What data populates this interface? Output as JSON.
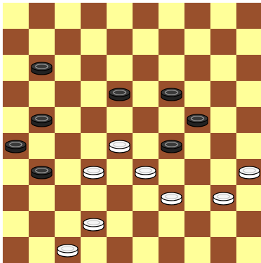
{
  "board": {
    "size": 10,
    "light_color": "#ffff99",
    "dark_color": "#99502c",
    "pieces": [
      {
        "row": 2,
        "col": 1,
        "color": "black"
      },
      {
        "row": 3,
        "col": 4,
        "color": "black"
      },
      {
        "row": 3,
        "col": 6,
        "color": "black"
      },
      {
        "row": 4,
        "col": 1,
        "color": "black"
      },
      {
        "row": 4,
        "col": 7,
        "color": "black"
      },
      {
        "row": 5,
        "col": 0,
        "color": "black"
      },
      {
        "row": 5,
        "col": 4,
        "color": "white"
      },
      {
        "row": 5,
        "col": 6,
        "color": "black"
      },
      {
        "row": 6,
        "col": 1,
        "color": "black"
      },
      {
        "row": 6,
        "col": 3,
        "color": "white"
      },
      {
        "row": 6,
        "col": 5,
        "color": "white"
      },
      {
        "row": 6,
        "col": 9,
        "color": "white"
      },
      {
        "row": 7,
        "col": 6,
        "color": "white"
      },
      {
        "row": 7,
        "col": 8,
        "color": "white"
      },
      {
        "row": 8,
        "col": 3,
        "color": "white"
      },
      {
        "row": 9,
        "col": 2,
        "color": "white"
      }
    ]
  }
}
